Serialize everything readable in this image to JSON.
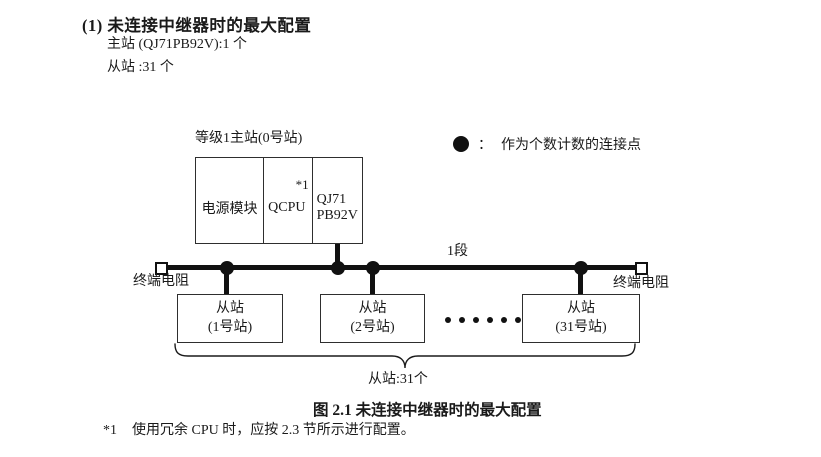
{
  "page": {
    "background": "#ffffff",
    "ink": "#1a1a1a"
  },
  "heading": {
    "title": "(1) 未连接中继器时的最大配置",
    "master_line": "主站 (QJ71PB92V):1 个",
    "slave_line": "从站 :31 个"
  },
  "diagram": {
    "master": {
      "label": "等级1主站(0号站)",
      "cells": [
        {
          "label": "电源模块"
        },
        {
          "label": "QCPU",
          "note": "*1"
        },
        {
          "label": "QJ71\nPB92V"
        }
      ]
    },
    "legend": {
      "separator": "：",
      "text": "作为个数计数的连接点"
    },
    "bus": {
      "segment_label": "1段",
      "left_terminator_label": "终端电阻",
      "right_terminator_label": "终端电阻"
    },
    "slaves": [
      {
        "label": "从站\n(1号站)"
      },
      {
        "label": "从站\n(2号站)"
      },
      {
        "label": "从站\n(31号站)"
      }
    ],
    "brace_label": "从站:31个"
  },
  "caption": "图 2.1 未连接中继器时的最大配置",
  "footnote": {
    "marker": "*1",
    "text": "使用冗余 CPU 时，应按 2.3 节所示进行配置。"
  }
}
